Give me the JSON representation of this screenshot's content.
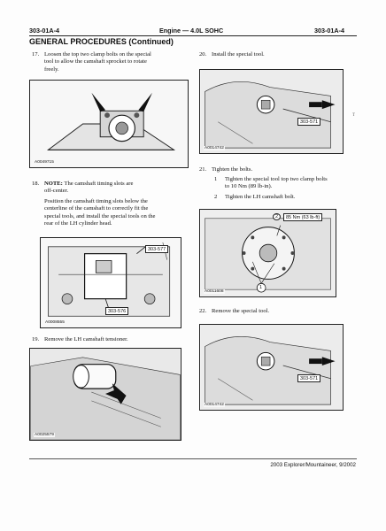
{
  "header": {
    "left": "303-01A-4",
    "center": "Engine — 4.0L SOHC",
    "right": "303-01A-4"
  },
  "section_title": "GENERAL PROCEDURES (Continued)",
  "steps": {
    "s17": {
      "num": "17.",
      "lines": [
        "Loosen the top two clamp bolts on the special",
        "tool to allow the camshaft sprocket to rotate",
        "freely."
      ]
    },
    "s18": {
      "num": "18.",
      "note_label": "NOTE:",
      "note_rest": " The camshaft timing slots are",
      "lines": [
        "off-center.",
        "",
        "Position the camshaft timing slots below the",
        "centerline of the camshaft to correctly fit the",
        "special tools, and install the special tools on the",
        "rear of the LH cylinder head."
      ]
    },
    "s19": {
      "num": "19.",
      "lines": [
        "Remove the LH camshaft tensioner."
      ]
    },
    "s20": {
      "num": "20.",
      "lines": [
        "Install the special tool."
      ]
    },
    "s21": {
      "num": "21.",
      "lines": [
        "Tighten the bolts."
      ],
      "subs": [
        {
          "num": "1",
          "lines": [
            "Tighten the special tool top two clamp bolts",
            "to 10 Nm (89 lb-in)."
          ]
        },
        {
          "num": "2",
          "lines": [
            "Tighten the LH camshaft bolt."
          ]
        }
      ]
    },
    "s22": {
      "num": "22.",
      "lines": [
        "Remove the special tool."
      ]
    }
  },
  "figures": {
    "f1": {
      "id": "A0049715"
    },
    "f2": {
      "id": "A0008555",
      "callout_a": "303-577",
      "callout_b": "303-576"
    },
    "f3": {
      "id": "A0025579"
    },
    "f4": {
      "id": "A0014742",
      "callout": "303-571"
    },
    "f5": {
      "id": "A0011608",
      "callout_num1": "1",
      "callout_num2": "2",
      "callout_torque": "85 Nm (63 lb-ft)"
    },
    "f6": {
      "id": "A0014742",
      "callout": "303-571"
    }
  },
  "stray_mark": "T",
  "footer": "2003 Explorer/Mountaineer, 9/2002"
}
